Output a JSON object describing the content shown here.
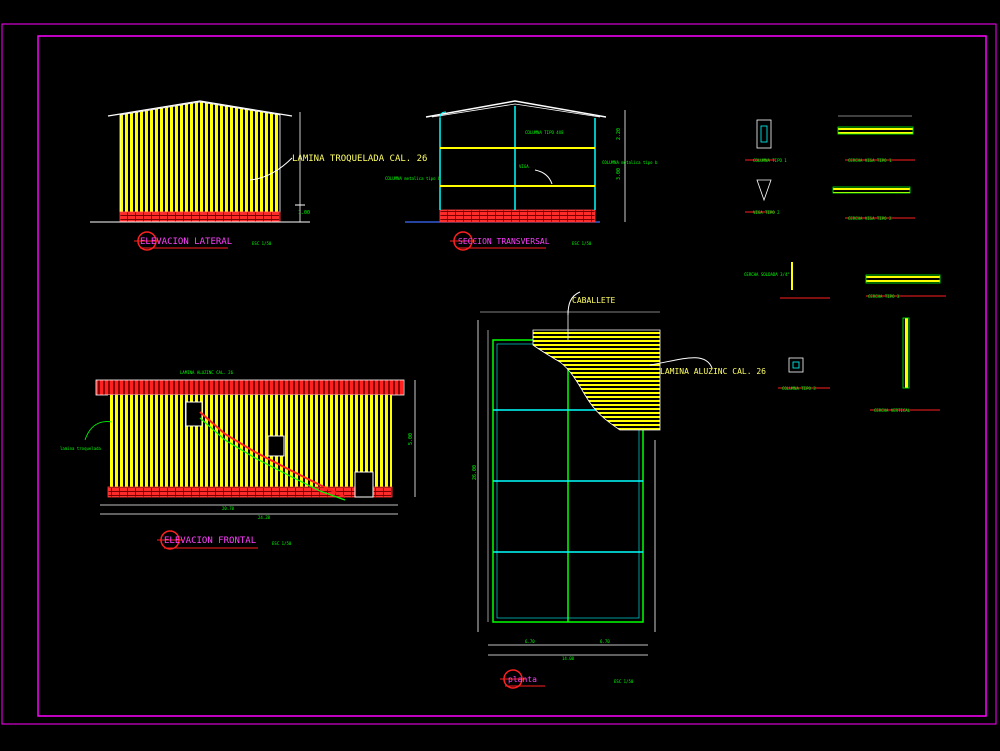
{
  "labels": {
    "elev_lateral": "ELEVACION LATERAL",
    "seccion_transversal": "SECCION TRANSVERSAL",
    "elev_frontal": "ELEVACION FRONTAL",
    "planta": "planta",
    "lamina_troquelada": "LAMINA TROQUELADA CAL. 26",
    "lamina_aluzinc": "LAMINA ALUZINC CAL. 26",
    "caballete": "CABALLETE"
  },
  "colors": {
    "background": "#000000",
    "outer_frame": "#ff00ff",
    "cladding": "#ffff00",
    "structure": "#00ffff",
    "brick": "#ff2020",
    "text_green": "#00ff00",
    "text_magenta": "#ff40ff",
    "dim_line": "#ffffff"
  }
}
